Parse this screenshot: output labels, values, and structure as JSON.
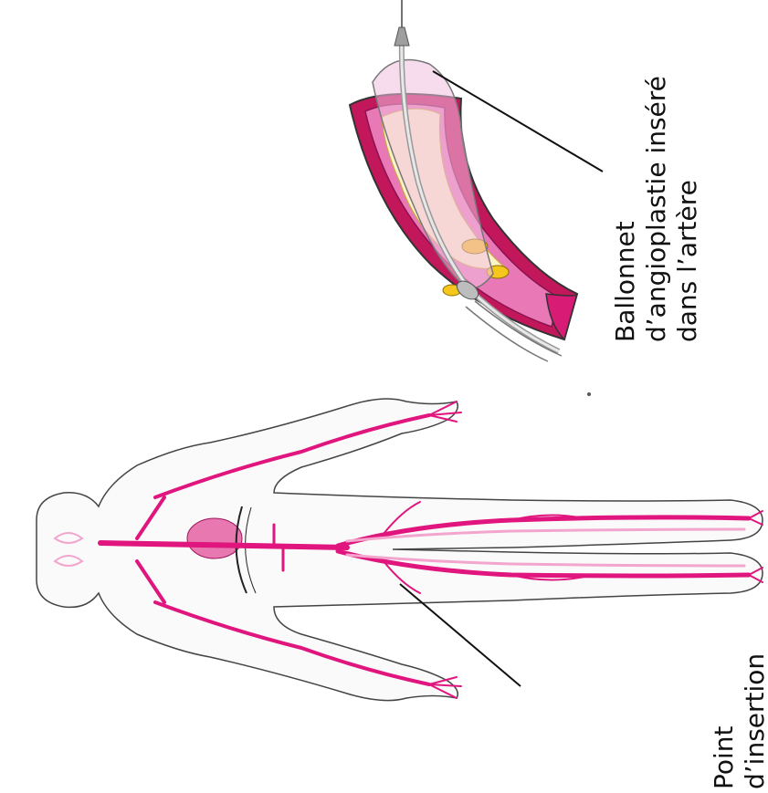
{
  "labels": {
    "balloon": {
      "lines": [
        "Ballonnet",
        "d’angioplastie inséré",
        "dans l’artère"
      ]
    },
    "insertion": {
      "lines": [
        "Point",
        "d’insertion"
      ]
    }
  },
  "colors": {
    "vessel": "#e0157e",
    "vessel_light": "#f3a6cd",
    "heart": "#e778b0",
    "plaque": "#fdf3c8",
    "fat": "#f5c61b",
    "artery_outer": "#c2185b",
    "balloon_tint": "#f1bfe0",
    "body_outline": "#555555"
  }
}
